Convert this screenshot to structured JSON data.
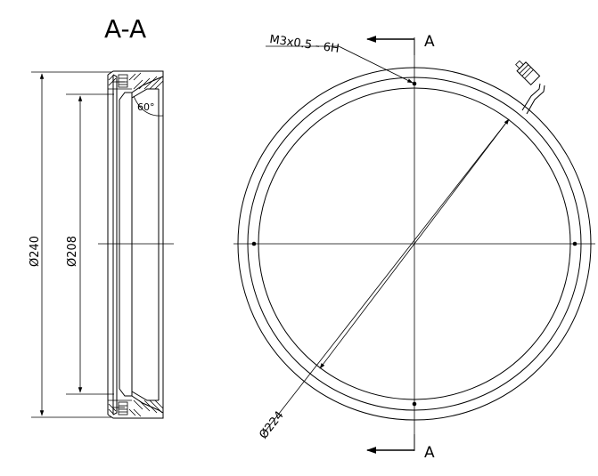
{
  "section_view": {
    "title": "A-A",
    "outer_diameter": "Ø240",
    "inner_diameter": "Ø208",
    "angle": "60°"
  },
  "front_view": {
    "thread_callout": "M3x0.5 - 6H",
    "circle_diameter": "Ø224",
    "section_marker_top": "A",
    "section_marker_bottom": "A"
  }
}
